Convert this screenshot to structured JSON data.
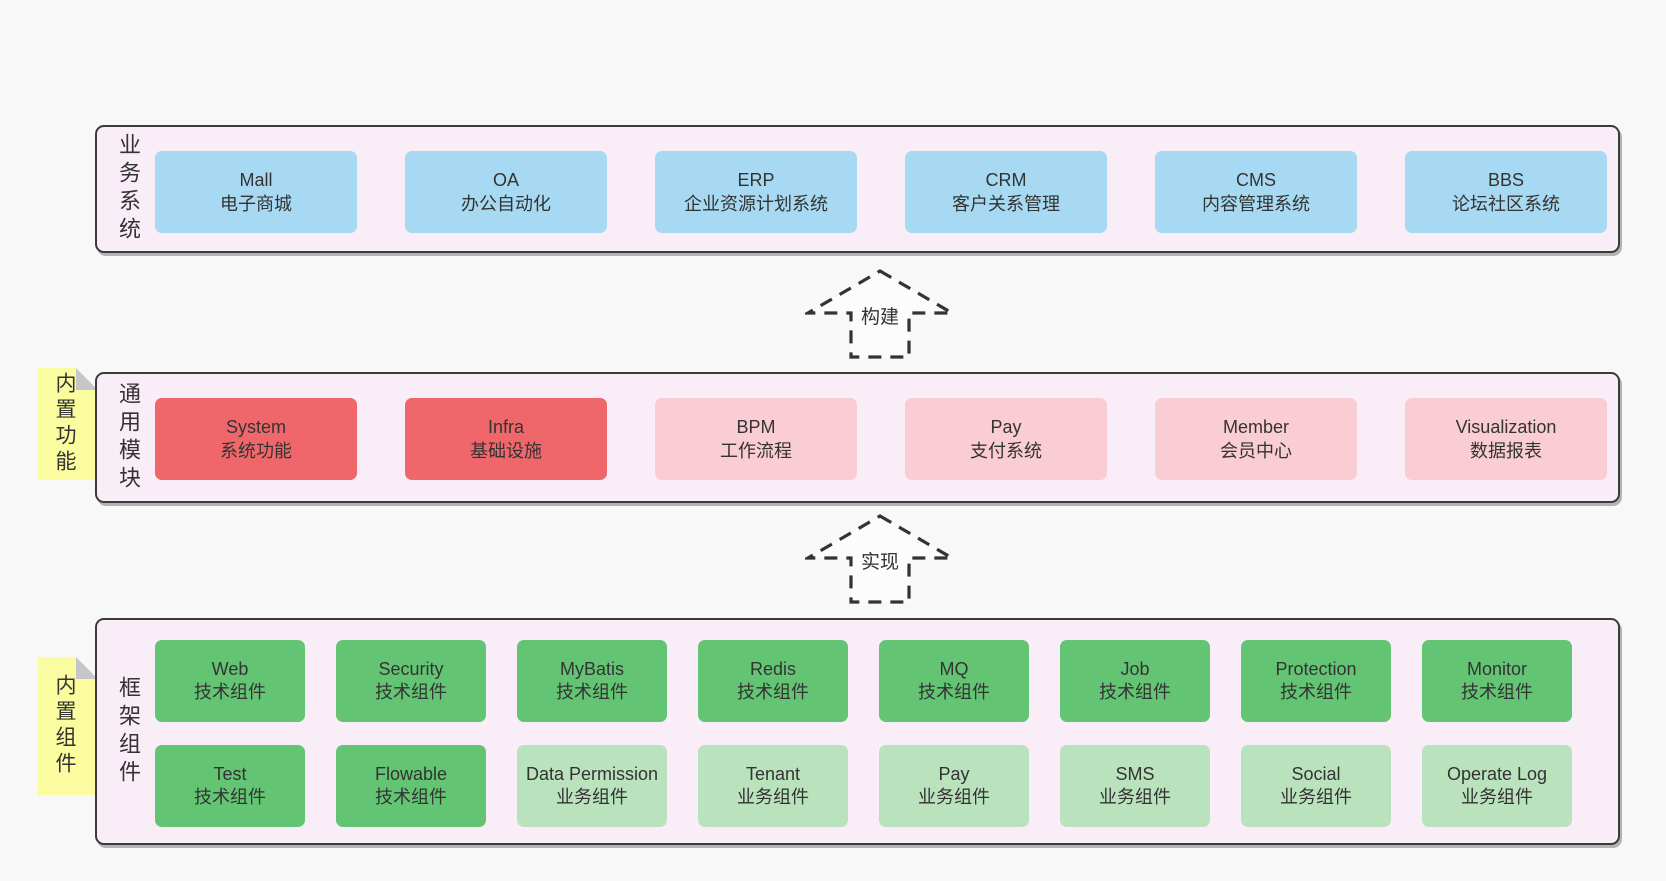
{
  "colors": {
    "page-bg": "#f8f8f8",
    "container-bg": "#f9edf7",
    "container-border": "#3b3b3b",
    "blue": "#a7d9f2",
    "red": "#f0676b",
    "pink": "#faccd4",
    "green-dark": "#63c573",
    "green-light": "#b9e2bd",
    "yellow": "#fbfba0",
    "fold": "#c6c6ca",
    "text": "#333333"
  },
  "arrows": {
    "build": "构建",
    "implement": "实现"
  },
  "business": {
    "label": "业务系统",
    "items": [
      {
        "name": "Mall",
        "desc": "电子商城",
        "variant": "blue"
      },
      {
        "name": "OA",
        "desc": "办公自动化",
        "variant": "blue"
      },
      {
        "name": "ERP",
        "desc": "企业资源计划系统",
        "variant": "blue"
      },
      {
        "name": "CRM",
        "desc": "客户关系管理",
        "variant": "blue"
      },
      {
        "name": "CMS",
        "desc": "内容管理系统",
        "variant": "blue"
      },
      {
        "name": "BBS",
        "desc": "论坛社区系统",
        "variant": "blue"
      }
    ]
  },
  "modules": {
    "label": "通用模块",
    "tag": "内置功能",
    "items": [
      {
        "name": "System",
        "desc": "系统功能",
        "variant": "red"
      },
      {
        "name": "Infra",
        "desc": "基础设施",
        "variant": "red"
      },
      {
        "name": "BPM",
        "desc": "工作流程",
        "variant": "pink"
      },
      {
        "name": "Pay",
        "desc": "支付系统",
        "variant": "pink"
      },
      {
        "name": "Member",
        "desc": "会员中心",
        "variant": "pink"
      },
      {
        "name": "Visualization",
        "desc": "数据报表",
        "variant": "pink"
      }
    ]
  },
  "framework": {
    "label": "框架组件",
    "tag": "内置组件",
    "row1": [
      {
        "name": "Web",
        "desc": "技术组件",
        "variant": "green-dark"
      },
      {
        "name": "Security",
        "desc": "技术组件",
        "variant": "green-dark"
      },
      {
        "name": "MyBatis",
        "desc": "技术组件",
        "variant": "green-dark"
      },
      {
        "name": "Redis",
        "desc": "技术组件",
        "variant": "green-dark"
      },
      {
        "name": "MQ",
        "desc": "技术组件",
        "variant": "green-dark"
      },
      {
        "name": "Job",
        "desc": "技术组件",
        "variant": "green-dark"
      },
      {
        "name": "Protection",
        "desc": "技术组件",
        "variant": "green-dark"
      },
      {
        "name": "Monitor",
        "desc": "技术组件",
        "variant": "green-dark"
      }
    ],
    "row2": [
      {
        "name": "Test",
        "desc": "技术组件",
        "variant": "green-dark"
      },
      {
        "name": "Flowable",
        "desc": "技术组件",
        "variant": "green-dark"
      },
      {
        "name": "Data Permission",
        "desc": "业务组件",
        "variant": "green-light"
      },
      {
        "name": "Tenant",
        "desc": "业务组件",
        "variant": "green-light"
      },
      {
        "name": "Pay",
        "desc": "业务组件",
        "variant": "green-light"
      },
      {
        "name": "SMS",
        "desc": "业务组件",
        "variant": "green-light"
      },
      {
        "name": "Social",
        "desc": "业务组件",
        "variant": "green-light"
      },
      {
        "name": "Operate Log",
        "desc": "业务组件",
        "variant": "green-light"
      }
    ]
  }
}
